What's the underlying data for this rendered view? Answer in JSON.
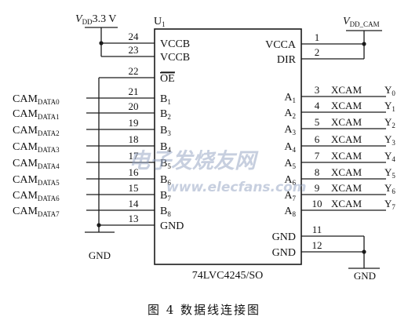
{
  "chip": {
    "ref": "U",
    "ref_sub": "1",
    "part": "74LVC4245/SO"
  },
  "supplies": {
    "vdd_left": {
      "main": "V",
      "sub": "DD",
      "rest": "3.3 V"
    },
    "vdd_right": {
      "main": "V",
      "sub": "DD_CAM"
    }
  },
  "left_pins": [
    {
      "num": "24",
      "name": "VCCB",
      "name_sub": ""
    },
    {
      "num": "23",
      "name": "VCCB",
      "name_sub": ""
    },
    {
      "num": "22",
      "name": "OE",
      "name_sub": "",
      "overline": true
    },
    {
      "num": "21",
      "name": "B",
      "name_sub": "1"
    },
    {
      "num": "20",
      "name": "B",
      "name_sub": "2"
    },
    {
      "num": "19",
      "name": "B",
      "name_sub": "3"
    },
    {
      "num": "18",
      "name": "B",
      "name_sub": "4"
    },
    {
      "num": "17",
      "name": "B",
      "name_sub": "5"
    },
    {
      "num": "16",
      "name": "B",
      "name_sub": "6"
    },
    {
      "num": "15",
      "name": "B",
      "name_sub": "7"
    },
    {
      "num": "14",
      "name": "B",
      "name_sub": "8"
    },
    {
      "num": "13",
      "name": "GND",
      "name_sub": ""
    }
  ],
  "right_pins": [
    {
      "num": "1",
      "name": "VCCA",
      "name_sub": ""
    },
    {
      "num": "2",
      "name": "DIR",
      "name_sub": ""
    },
    {
      "num": "3",
      "name": "A",
      "name_sub": "1"
    },
    {
      "num": "4",
      "name": "A",
      "name_sub": "2"
    },
    {
      "num": "5",
      "name": "A",
      "name_sub": "3"
    },
    {
      "num": "6",
      "name": "A",
      "name_sub": "4"
    },
    {
      "num": "7",
      "name": "A",
      "name_sub": "5"
    },
    {
      "num": "8",
      "name": "A",
      "name_sub": "6"
    },
    {
      "num": "9",
      "name": "A",
      "name_sub": "7"
    },
    {
      "num": "10",
      "name": "A",
      "name_sub": "8"
    },
    {
      "num": "11",
      "name": "GND",
      "name_sub": ""
    },
    {
      "num": "12",
      "name": "GND",
      "name_sub": ""
    }
  ],
  "left_signals": [
    {
      "main": "CAM",
      "sub": "DATA0"
    },
    {
      "main": "CAM",
      "sub": "DATA1"
    },
    {
      "main": "CAM",
      "sub": "DATA2"
    },
    {
      "main": "CAM",
      "sub": "DATA3"
    },
    {
      "main": "CAM",
      "sub": "DATA4"
    },
    {
      "main": "CAM",
      "sub": "DATA5"
    },
    {
      "main": "CAM",
      "sub": "DATA6"
    },
    {
      "main": "CAM",
      "sub": "DATA7"
    }
  ],
  "right_signals": [
    {
      "net": "XCAM",
      "main": "Y",
      "sub": "0"
    },
    {
      "net": "XCAM",
      "main": "Y",
      "sub": "1"
    },
    {
      "net": "XCAM",
      "main": "Y",
      "sub": "2"
    },
    {
      "net": "XCAM",
      "main": "Y",
      "sub": "3"
    },
    {
      "net": "XCAM",
      "main": "Y",
      "sub": "4"
    },
    {
      "net": "XCAM",
      "main": "Y",
      "sub": "5"
    },
    {
      "net": "XCAM",
      "main": "Y",
      "sub": "6"
    },
    {
      "net": "XCAM",
      "main": "Y",
      "sub": "7"
    }
  ],
  "ground_labels": {
    "left": "GND",
    "right": "GND"
  },
  "watermark": {
    "text": "电子发烧友网",
    "url": "www.elecfans.com"
  },
  "caption": "图 4   数据线连接图"
}
